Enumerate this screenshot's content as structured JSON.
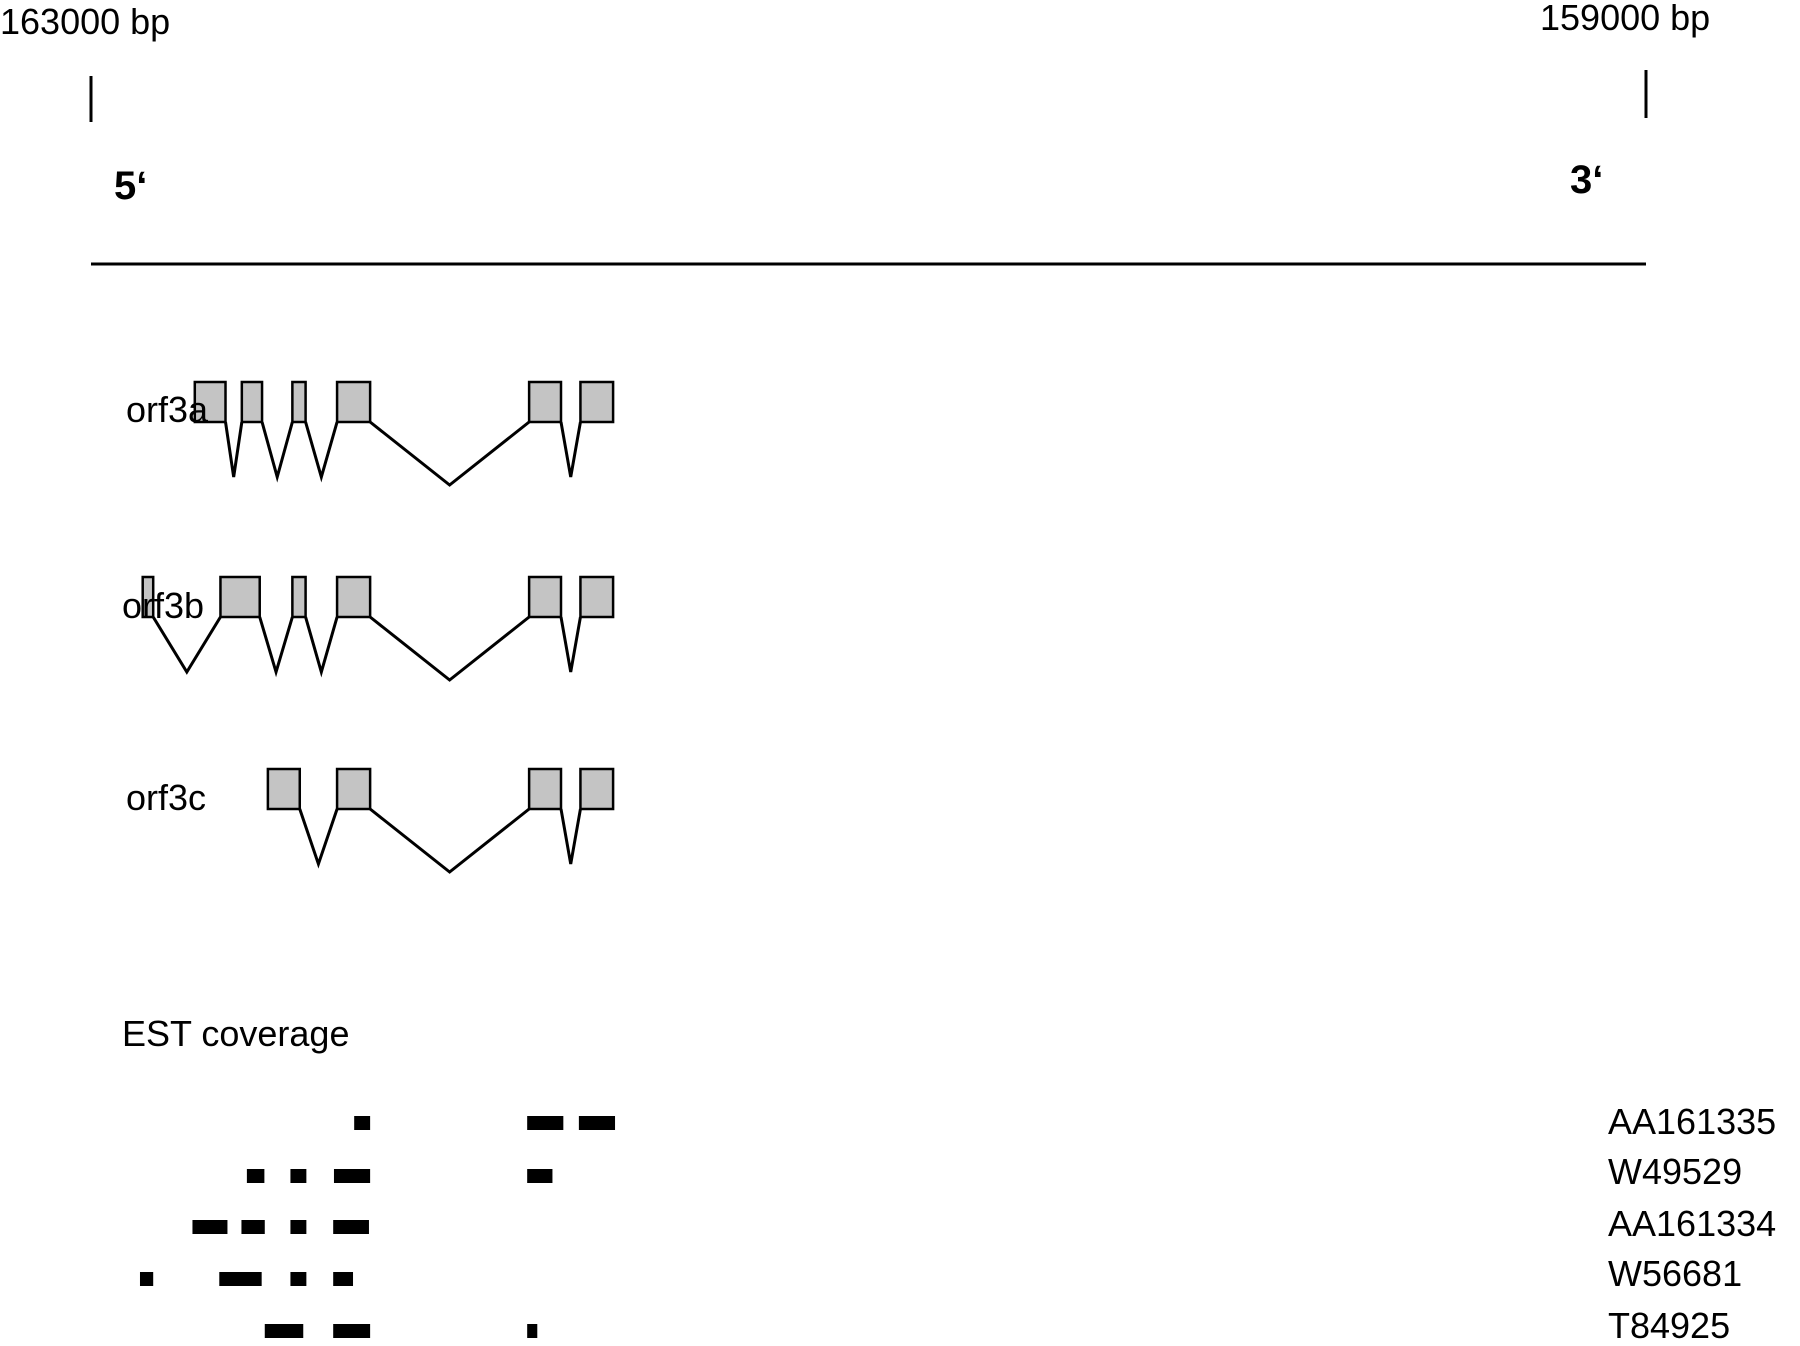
{
  "scale": {
    "left_label": "163000 bp",
    "right_label": "159000 bp",
    "five_prime": "5‘",
    "three_prime": "3‘"
  },
  "colors": {
    "exon_fill": "#c4c4c4",
    "line": "#000000"
  },
  "transcripts": [
    {
      "label": "orf3a",
      "exons": [
        [
          162733,
          162654
        ],
        [
          162612,
          162560
        ],
        [
          162482,
          162448
        ],
        [
          162367,
          162282
        ],
        [
          161873,
          161791
        ],
        [
          161741,
          161657
        ]
      ]
    },
    {
      "label": "orf3b",
      "exons": [
        [
          162867,
          162840
        ],
        [
          162667,
          162566
        ],
        [
          162482,
          162448
        ],
        [
          162367,
          162282
        ],
        [
          161873,
          161791
        ],
        [
          161741,
          161657
        ]
      ]
    },
    {
      "label": "orf3c",
      "exons": [
        [
          162545,
          162463
        ],
        [
          162367,
          162282
        ],
        [
          161873,
          161791
        ],
        [
          161741,
          161657
        ]
      ]
    }
  ],
  "est": {
    "title": "EST coverage",
    "tracks": [
      {
        "name": "AA161335",
        "segments": [
          [
            162323,
            162282
          ],
          [
            161878,
            161785
          ],
          [
            161745,
            161652
          ]
        ]
      },
      {
        "name": "W49529",
        "segments": [
          [
            162599,
            162554
          ],
          [
            162487,
            162446
          ],
          [
            162375,
            162282
          ],
          [
            161878,
            161813
          ]
        ]
      },
      {
        "name": "AA161334",
        "segments": [
          [
            162739,
            162649
          ],
          [
            162613,
            162553
          ],
          [
            162487,
            162446
          ],
          [
            162377,
            162285
          ]
        ]
      },
      {
        "name": "W56681",
        "segments": [
          [
            162874,
            162840
          ],
          [
            162670,
            162561
          ],
          [
            162487,
            162446
          ],
          [
            162377,
            162326
          ]
        ]
      },
      {
        "name": "T84925",
        "segments": [
          [
            162553,
            162454
          ],
          [
            162377,
            162282
          ],
          [
            161878,
            161852
          ]
        ]
      }
    ]
  }
}
